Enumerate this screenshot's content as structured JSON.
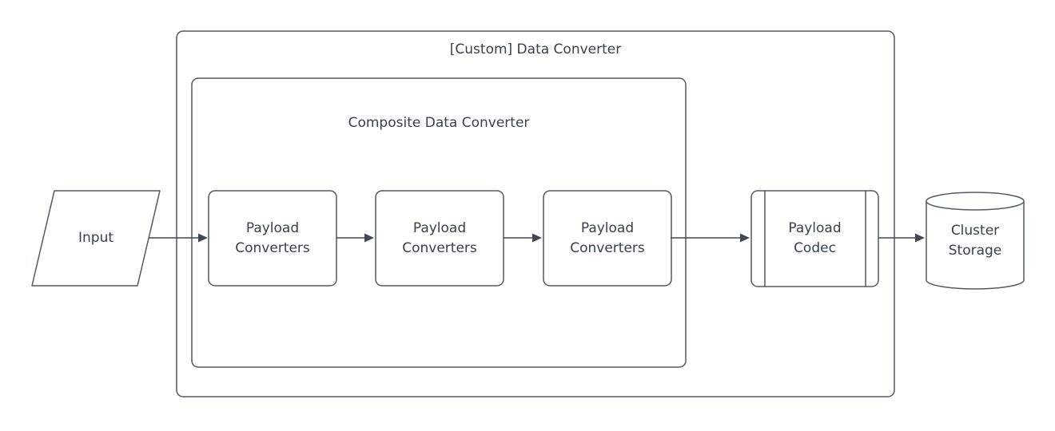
{
  "diagram": {
    "type": "flowchart",
    "background_color": "#ffffff",
    "colors": {
      "node_fill": "#ffffff",
      "node_stroke": "#525a66",
      "text": "#39414d",
      "arrow": "#3f4855"
    },
    "containers": {
      "custom_data_converter": {
        "label": "[Custom] Data Converter"
      },
      "composite_data_converter": {
        "label": "Composite Data Converter",
        "parent": "custom_data_converter"
      }
    },
    "nodes": {
      "input": {
        "label": "Input",
        "shape": "parallelogram"
      },
      "payload_converters_1": {
        "label": "Payload\nConverters",
        "shape": "rounded-rectangle",
        "container": "composite_data_converter"
      },
      "payload_converters_2": {
        "label": "Payload\nConverters",
        "shape": "rounded-rectangle",
        "container": "composite_data_converter"
      },
      "payload_converters_3": {
        "label": "Payload\nConverters",
        "shape": "rounded-rectangle",
        "container": "composite_data_converter"
      },
      "payload_codec": {
        "label": "Payload\nCodec",
        "shape": "predefined-process",
        "container": "custom_data_converter"
      },
      "cluster_storage": {
        "label": "Cluster\nStorage",
        "shape": "cylinder"
      }
    },
    "edges": [
      {
        "from": "input",
        "to": "payload_converters_1"
      },
      {
        "from": "payload_converters_1",
        "to": "payload_converters_2"
      },
      {
        "from": "payload_converters_2",
        "to": "payload_converters_3"
      },
      {
        "from": "payload_converters_3",
        "to": "payload_codec"
      },
      {
        "from": "payload_codec",
        "to": "cluster_storage"
      }
    ]
  }
}
